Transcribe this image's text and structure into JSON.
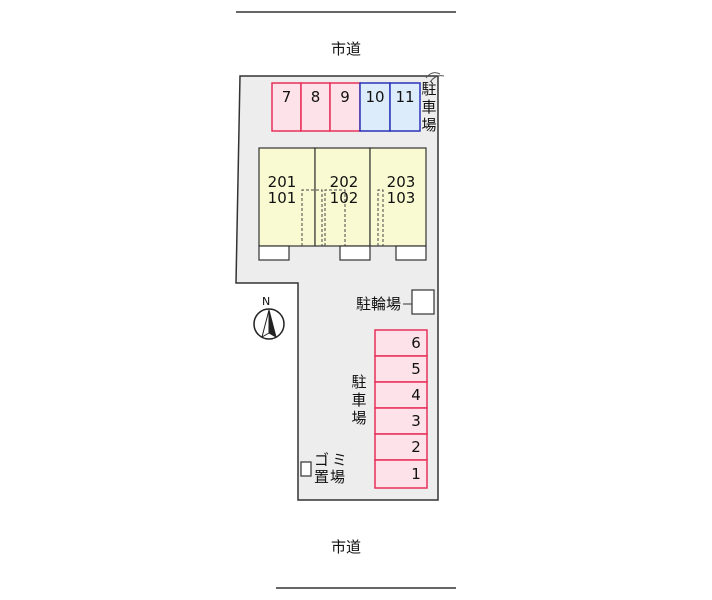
{
  "roads": {
    "top_label": "市道",
    "bottom_label": "市道"
  },
  "parking_top": {
    "label": "駐車場",
    "slots": [
      {
        "num": "7",
        "kind": "red"
      },
      {
        "num": "8",
        "kind": "red"
      },
      {
        "num": "9",
        "kind": "red"
      },
      {
        "num": "10",
        "kind": "blue"
      },
      {
        "num": "11",
        "kind": "blue"
      }
    ]
  },
  "building": {
    "units": [
      {
        "upper": "201",
        "lower": "101"
      },
      {
        "upper": "202",
        "lower": "102"
      },
      {
        "upper": "203",
        "lower": "103"
      }
    ]
  },
  "bicycle_parking": {
    "label": "駐輪場"
  },
  "parking_right": {
    "label": "駐車場",
    "slots": [
      "6",
      "5",
      "4",
      "3",
      "2",
      "1"
    ]
  },
  "garbage": {
    "label_line1": "ゴミ",
    "label_line2": "置場"
  },
  "compass": {
    "label": "N"
  },
  "colors": {
    "site": "#ededed",
    "outline": "#333333",
    "building_fill": "#fafad2",
    "red_fill": "#fde2ea",
    "red_border": "#e8305a",
    "blue_fill": "#dcecfb",
    "blue_border": "#2a35b8"
  }
}
